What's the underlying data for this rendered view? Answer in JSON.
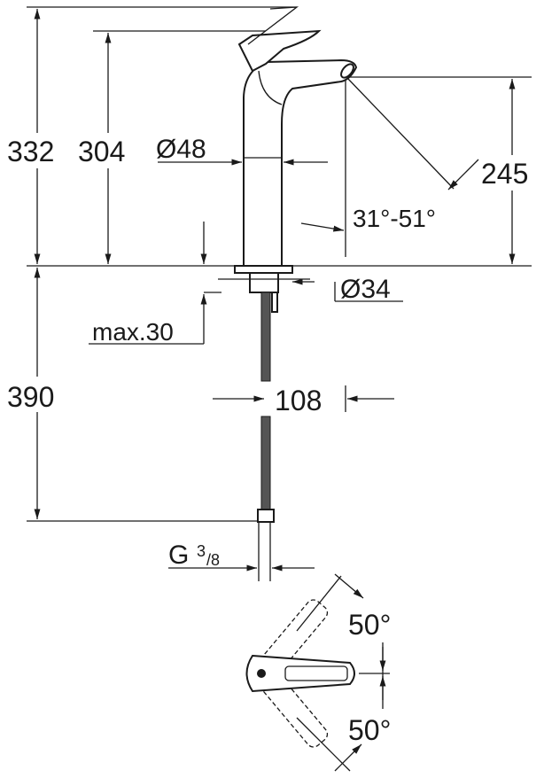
{
  "dimensions": {
    "total_height": "332",
    "handle_height": "304",
    "body_diameter": "Ø48",
    "spout_height": "245",
    "spout_angle": "31°-51°",
    "hole_diameter": "Ø34",
    "max_thickness": "max.30",
    "hose_length": "390",
    "spout_reach": "108",
    "connection_main": "G",
    "connection_num": "3",
    "connection_den": "/8",
    "handle_angle_top": "50°",
    "handle_angle_bottom": "50°"
  }
}
